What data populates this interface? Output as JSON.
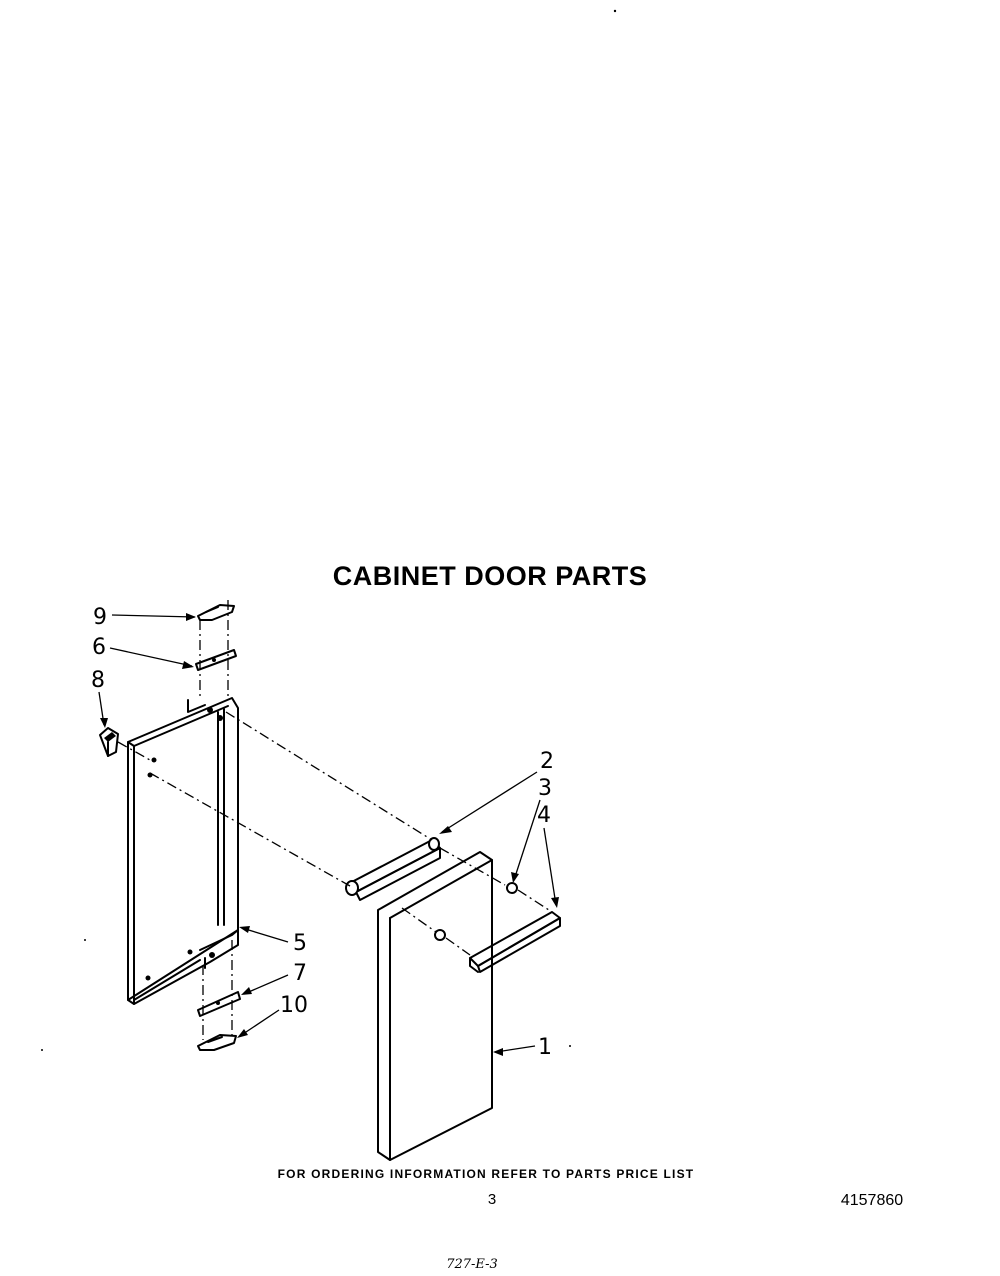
{
  "diagram": {
    "title": "CABINET DOOR PARTS",
    "callouts": {
      "c1": "1",
      "c2": "2",
      "c3": "3",
      "c4": "4",
      "c5": "5",
      "c6": "6",
      "c7": "7",
      "c8": "8",
      "c9": "9",
      "c10": "10"
    }
  },
  "footer": {
    "ordering_note": "FOR ORDERING INFORMATION REFER TO PARTS PRICE LIST",
    "page_number": "3",
    "part_number": "4157860",
    "handwritten_mark": "727-E-3"
  }
}
